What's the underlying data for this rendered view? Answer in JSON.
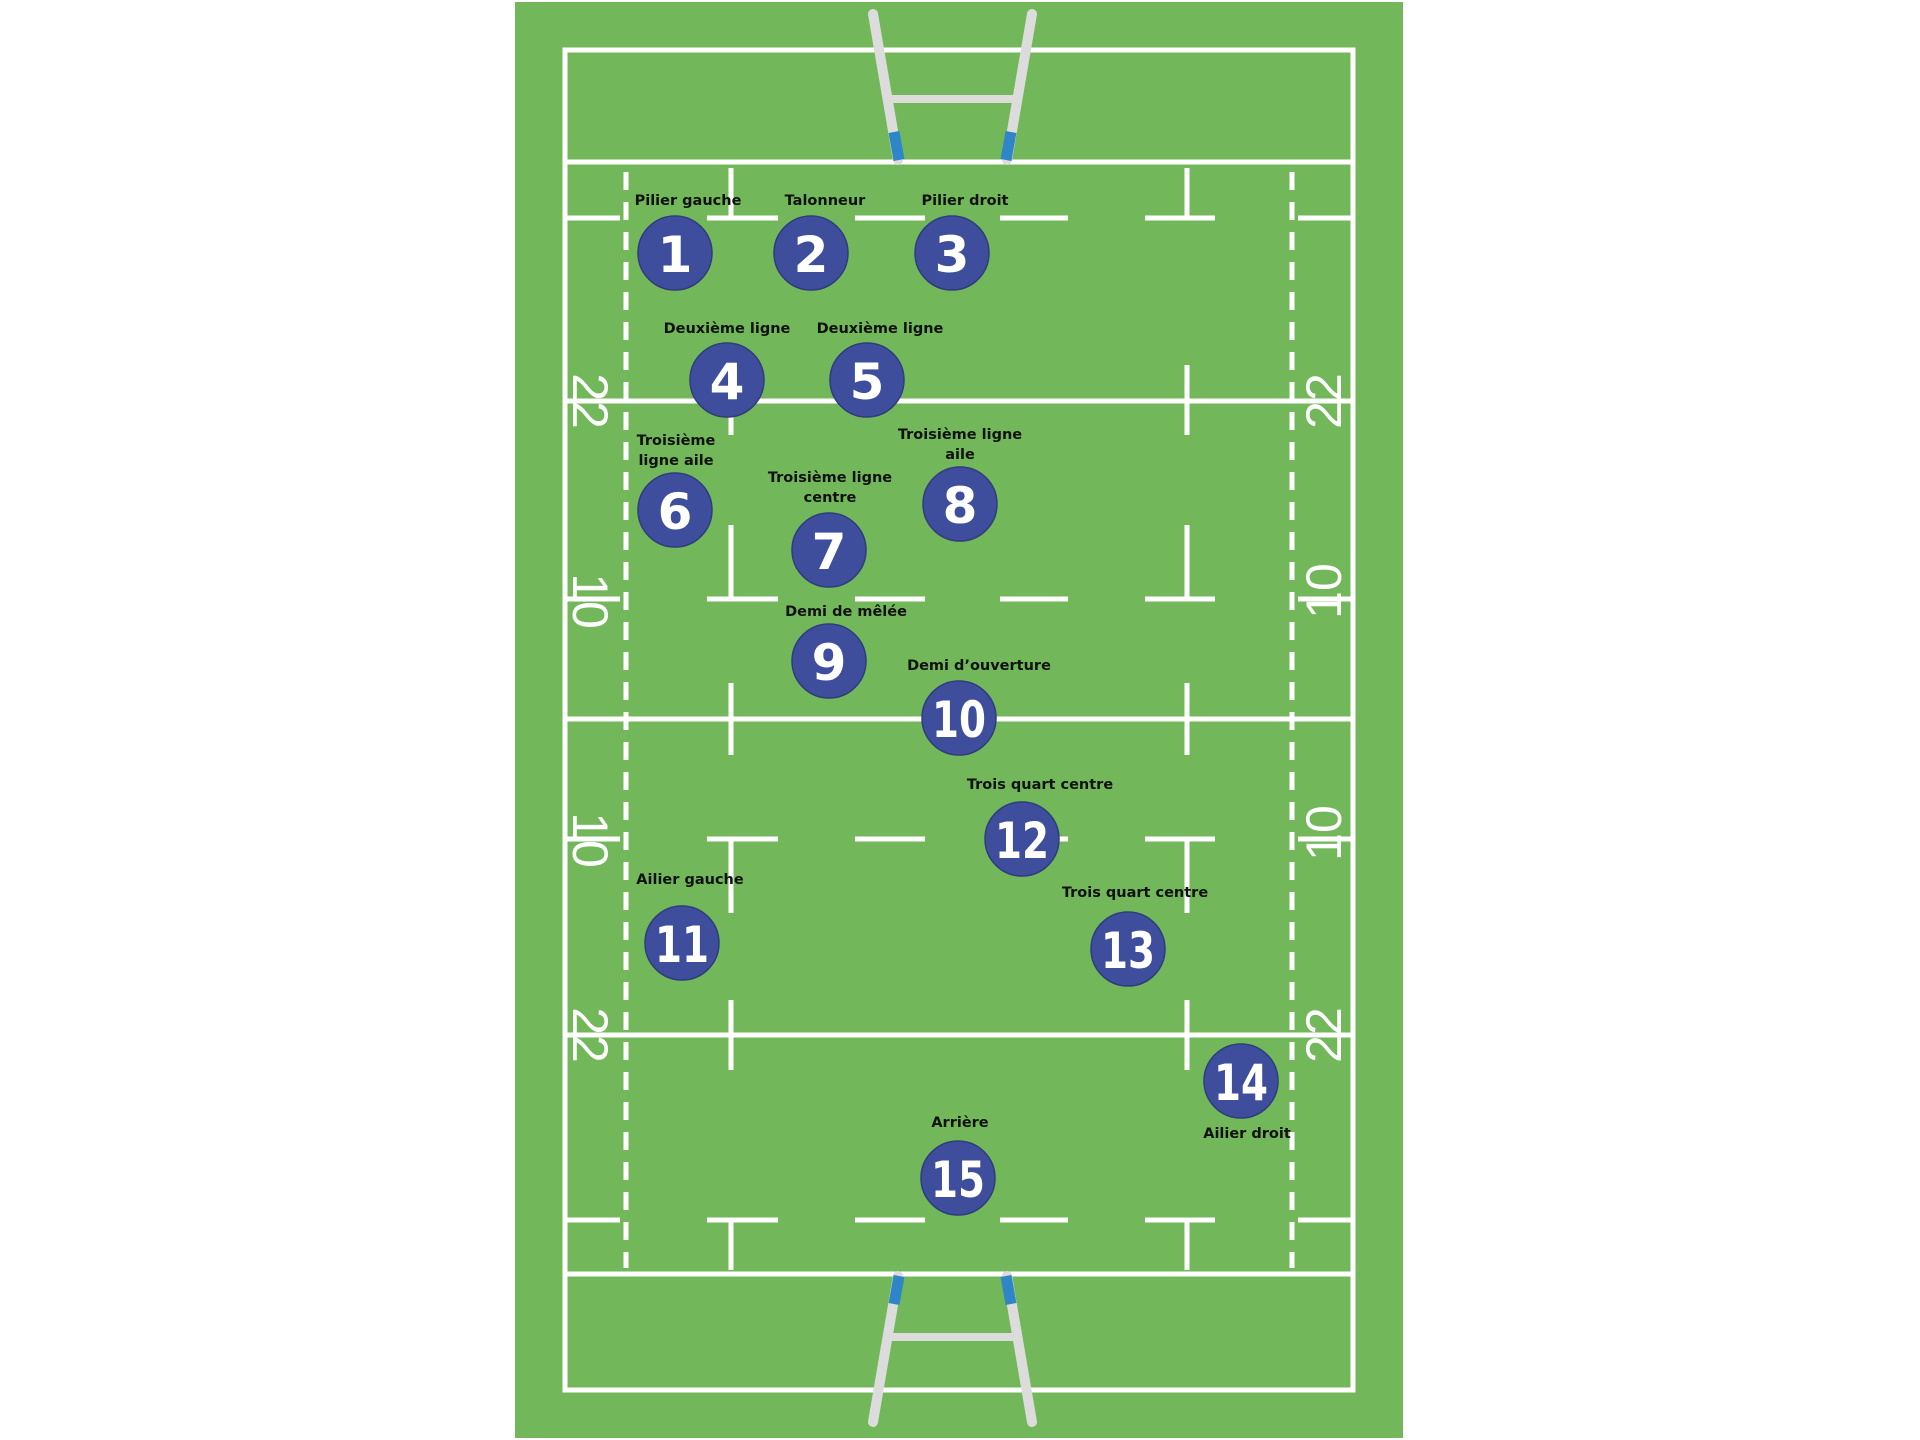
{
  "colors": {
    "pitch": "#72b85a",
    "lines": "#ffffff",
    "player_fill": "#3e4e9c",
    "player_stroke": "#2f3c7e",
    "post": "#dcdcdc",
    "post_pad": "#2e86c8"
  },
  "field_markings": {
    "top_22": "22",
    "top_10": "10",
    "bottom_10": "10",
    "bottom_22": "22"
  },
  "players": [
    {
      "number": "1",
      "label_lines": [
        "Pilier gauche"
      ]
    },
    {
      "number": "2",
      "label_lines": [
        "Talonneur"
      ]
    },
    {
      "number": "3",
      "label_lines": [
        "Pilier droit"
      ]
    },
    {
      "number": "4",
      "label_lines": [
        "Deuxième ligne"
      ]
    },
    {
      "number": "5",
      "label_lines": [
        "Deuxième ligne"
      ]
    },
    {
      "number": "6",
      "label_lines": [
        "Troisième",
        "ligne aile"
      ]
    },
    {
      "number": "7",
      "label_lines": [
        "Troisième ligne",
        "centre"
      ]
    },
    {
      "number": "8",
      "label_lines": [
        "Troisième ligne",
        "aile"
      ]
    },
    {
      "number": "9",
      "label_lines": [
        "Demi de mêlée"
      ]
    },
    {
      "number": "10",
      "label_lines": [
        "Demi d’ouverture"
      ]
    },
    {
      "number": "11",
      "label_lines": [
        "Ailier gauche"
      ]
    },
    {
      "number": "12",
      "label_lines": [
        "Trois quart centre"
      ]
    },
    {
      "number": "13",
      "label_lines": [
        "Trois quart centre"
      ]
    },
    {
      "number": "14",
      "label_lines": [
        "Ailier droit"
      ]
    },
    {
      "number": "15",
      "label_lines": [
        "Arrière"
      ]
    }
  ]
}
